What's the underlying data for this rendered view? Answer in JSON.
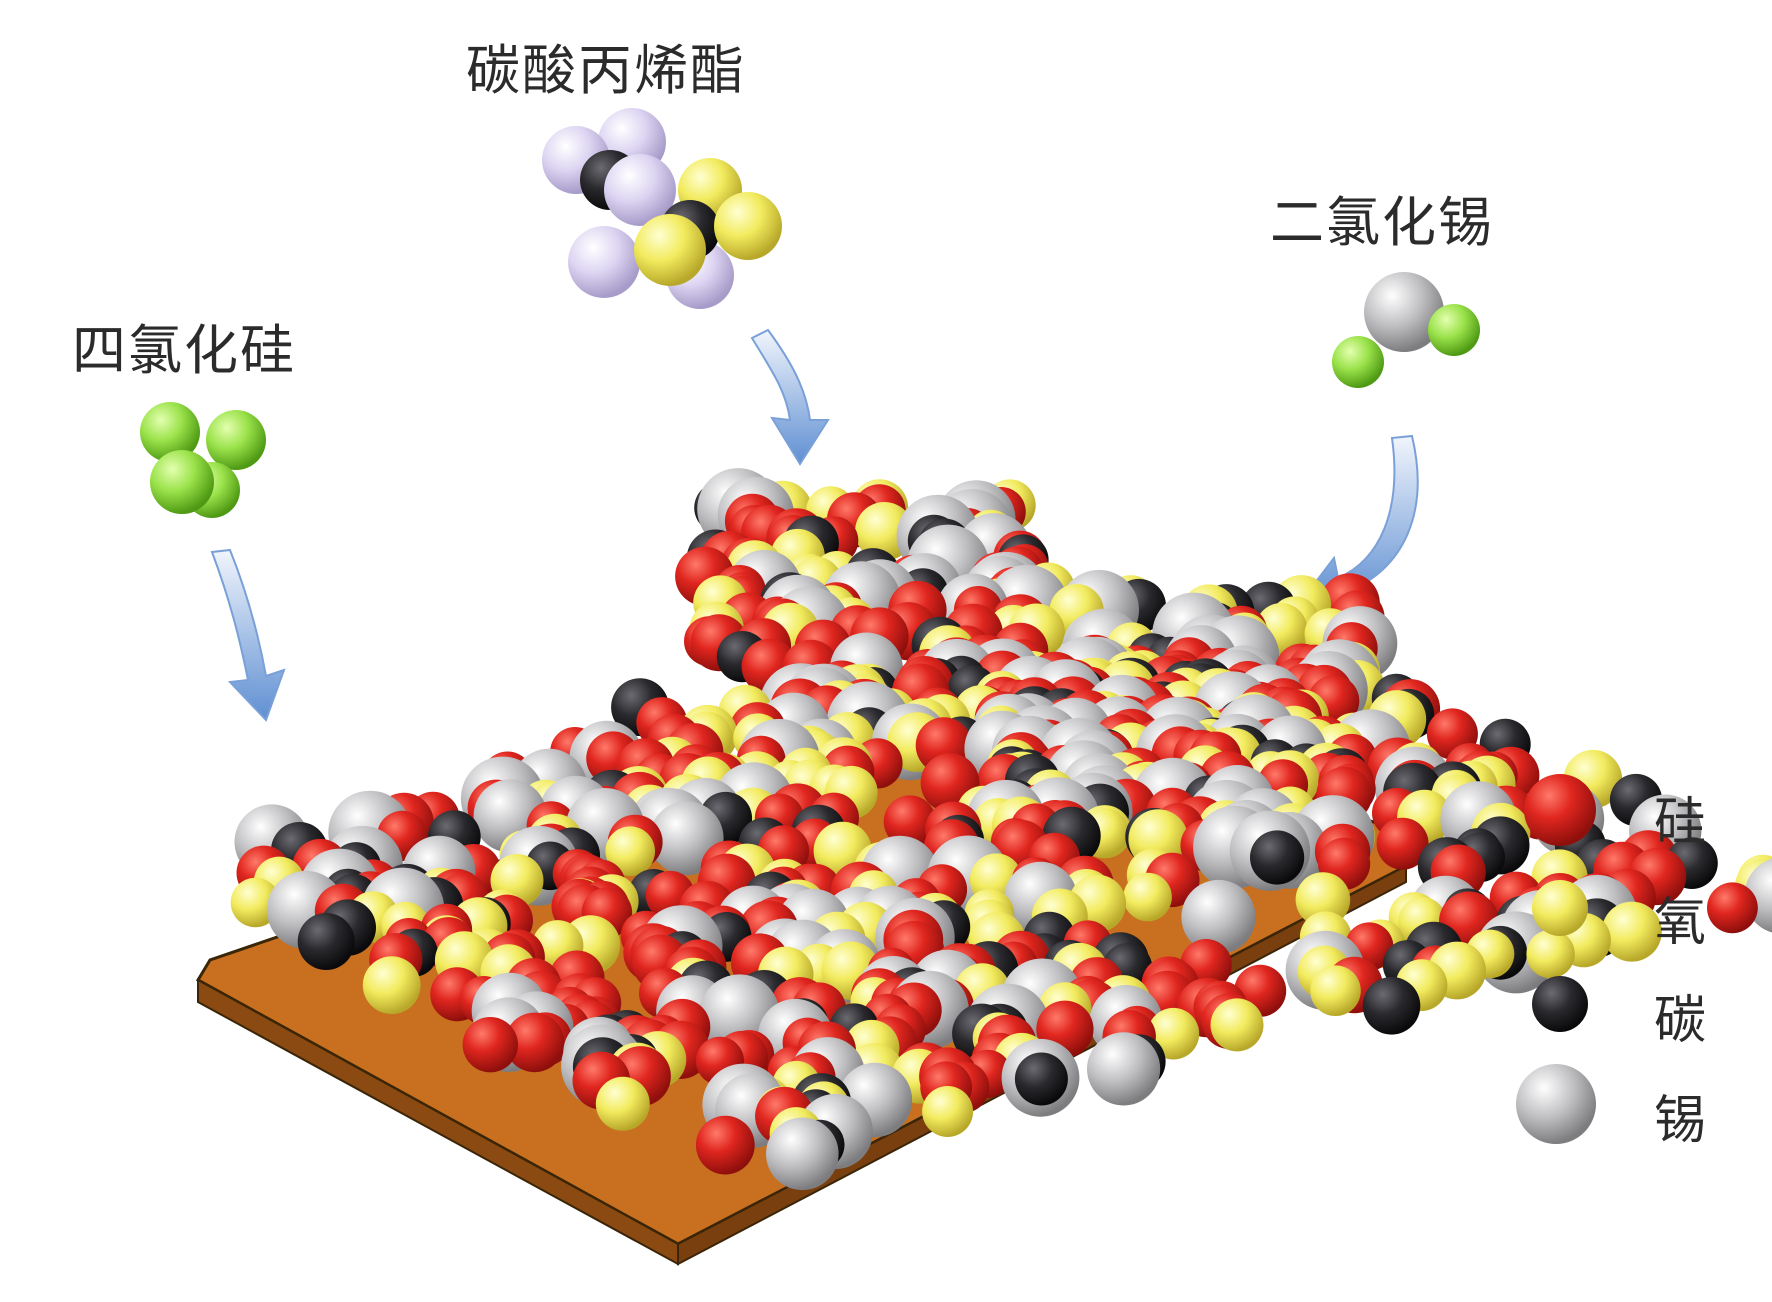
{
  "labels": {
    "propylene_carbonate": "碳酸丙烯酯",
    "tin_dichloride": "二氯化锡",
    "silicon_tetrachloride": "四氯化硅"
  },
  "legend": [
    {
      "label": "硅",
      "color": "#d7221e"
    },
    {
      "label": "氧",
      "color": "#f2ec64"
    },
    {
      "label": "碳",
      "color": "#2b2b2e"
    },
    {
      "label": "锡",
      "color": "#b9b9bb"
    }
  ],
  "colors": {
    "chlorine": "#9be24a",
    "hydrogen": "#ddd6f2",
    "substrate_top": "#c2681f",
    "substrate_edge": "#8a4a12",
    "arrow": "#6e98d6"
  }
}
